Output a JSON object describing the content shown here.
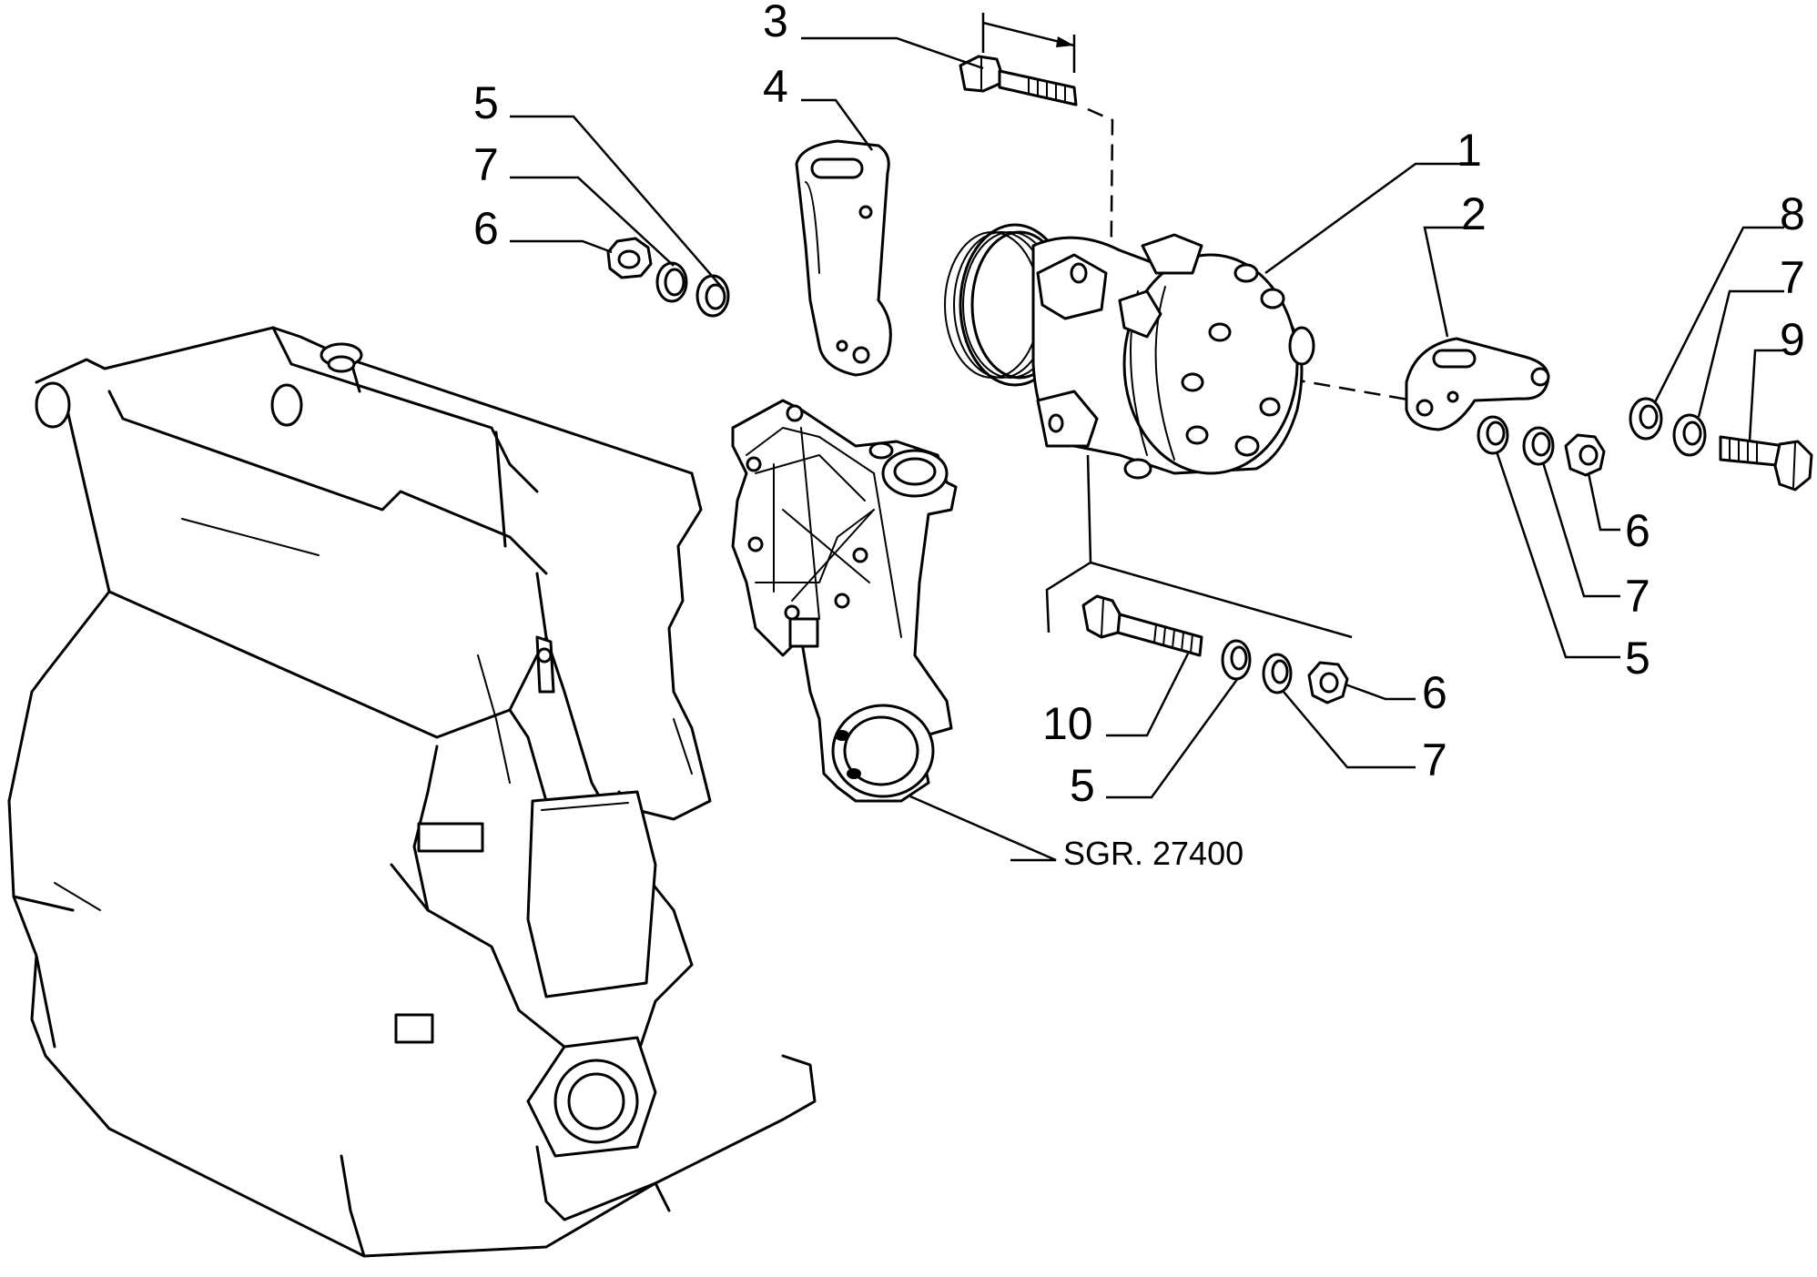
{
  "callouts": {
    "c3": "3",
    "c4": "4",
    "c5_top": "5",
    "c7_top": "7",
    "c6_top": "6",
    "c1": "1",
    "c2": "2",
    "c8": "8",
    "c7_right_upper": "7",
    "c9": "9",
    "c6_right": "6",
    "c7_right_lower": "7",
    "c5_right": "5",
    "c6_bottom": "6",
    "c10": "10",
    "c7_bottom": "7",
    "c5_bottom": "5"
  },
  "reference": {
    "group_ref": "SGR. 27400"
  }
}
